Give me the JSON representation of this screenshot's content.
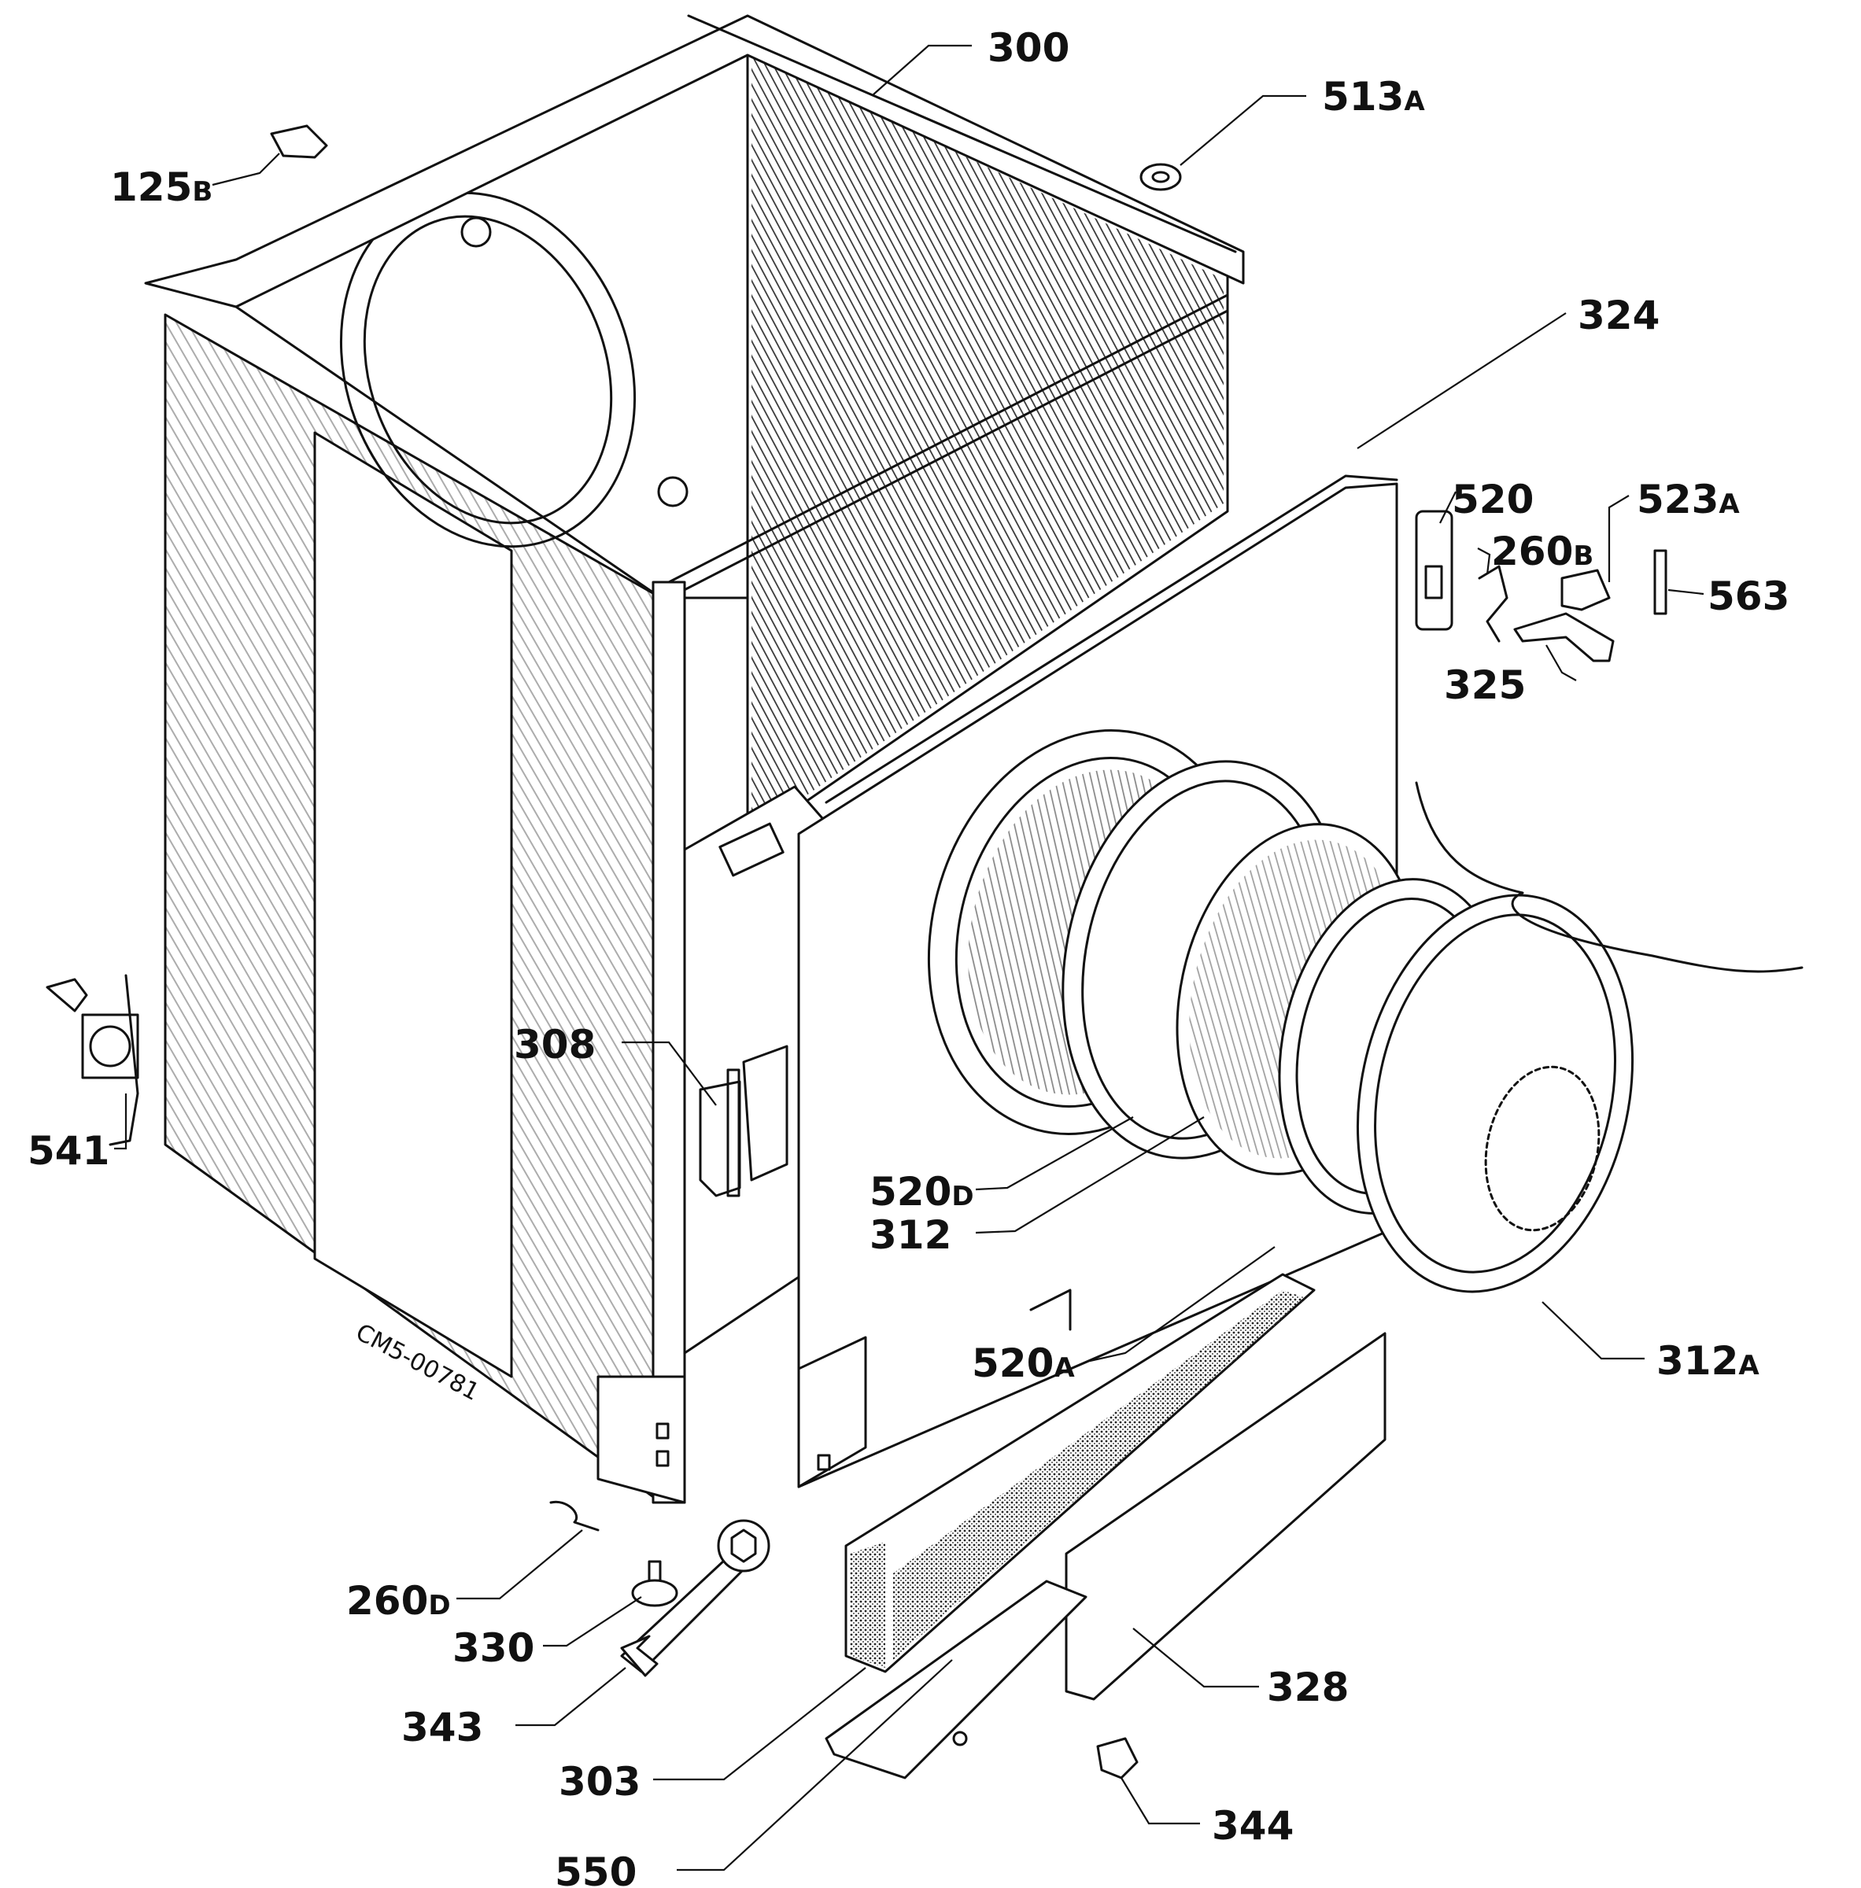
{
  "drawing_code": "CM5-00781",
  "callouts": [
    {
      "id": "c300",
      "num": "300",
      "suffix": ""
    },
    {
      "id": "c513a",
      "num": "513",
      "suffix": "A"
    },
    {
      "id": "c125b",
      "num": "125",
      "suffix": "B"
    },
    {
      "id": "c324",
      "num": "324",
      "suffix": ""
    },
    {
      "id": "c520",
      "num": "520",
      "suffix": ""
    },
    {
      "id": "c523a",
      "num": "523",
      "suffix": "A"
    },
    {
      "id": "c260b",
      "num": "260",
      "suffix": "B"
    },
    {
      "id": "c563",
      "num": "563",
      "suffix": ""
    },
    {
      "id": "c325",
      "num": "325",
      "suffix": ""
    },
    {
      "id": "c308",
      "num": "308",
      "suffix": ""
    },
    {
      "id": "c541",
      "num": "541",
      "suffix": ""
    },
    {
      "id": "c520d",
      "num": "520",
      "suffix": "D"
    },
    {
      "id": "c312",
      "num": "312",
      "suffix": ""
    },
    {
      "id": "c520a",
      "num": "520",
      "suffix": "A"
    },
    {
      "id": "c312a",
      "num": "312",
      "suffix": "A"
    },
    {
      "id": "c260d",
      "num": "260",
      "suffix": "D"
    },
    {
      "id": "c330",
      "num": "330",
      "suffix": ""
    },
    {
      "id": "c343",
      "num": "343",
      "suffix": ""
    },
    {
      "id": "c303",
      "num": "303",
      "suffix": ""
    },
    {
      "id": "c328",
      "num": "328",
      "suffix": ""
    },
    {
      "id": "c344",
      "num": "344",
      "suffix": ""
    },
    {
      "id": "c550",
      "num": "550",
      "suffix": ""
    }
  ]
}
